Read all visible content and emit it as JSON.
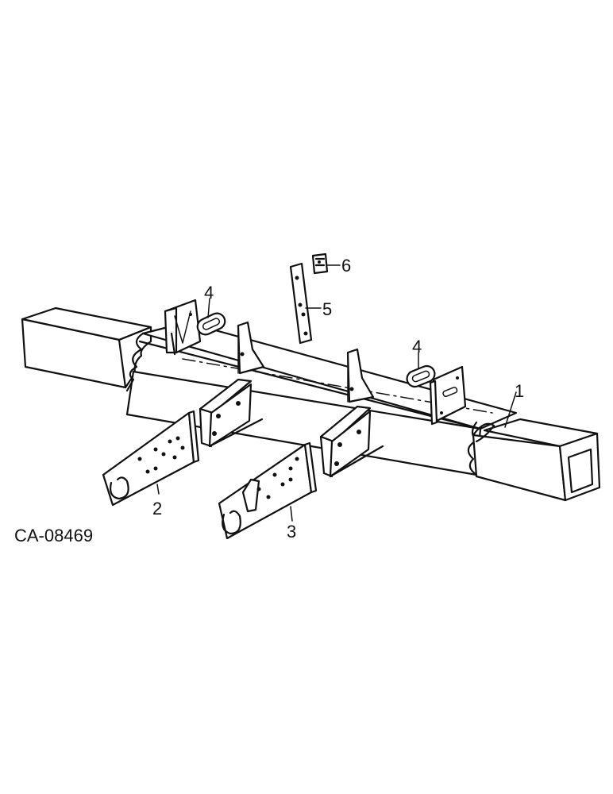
{
  "figure": {
    "id_label": "CA-08469"
  },
  "callouts": [
    {
      "number": "1"
    },
    {
      "number": "2"
    },
    {
      "number": "3"
    },
    {
      "number": "4"
    },
    {
      "number": "4"
    },
    {
      "number": "5"
    },
    {
      "number": "6"
    }
  ],
  "colors": {
    "line": "#111111",
    "background": "#ffffff"
  }
}
